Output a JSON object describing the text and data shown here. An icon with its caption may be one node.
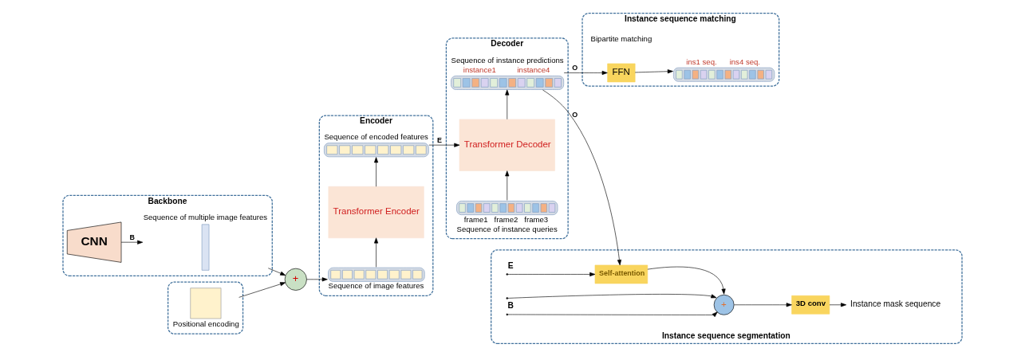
{
  "diagram": {
    "nodes": [
      {
        "text": [
          "Backbone"
        ]
      },
      {
        "text": [
          "CNN"
        ],
        "in": 0
      },
      {
        "text": [],
        "shape": "bar",
        "in": 0,
        "beside": [
          "Sequence of multiple image features"
        ]
      },
      {
        "text": [],
        "shape": "box"
      },
      {
        "text": [],
        "shape": "box",
        "in": 3,
        "beside": [
          "Positional encoding"
        ]
      },
      {
        "text": [
          "+"
        ]
      },
      {
        "text": [
          "Encoder"
        ]
      },
      {
        "text": [],
        "shape": "bar",
        "in": 6,
        "beside": [
          "Sequence of image features"
        ]
      },
      {
        "text": [
          "Transformer Encoder"
        ],
        "in": 6
      },
      {
        "text": [],
        "shape": "bar",
        "in": 6,
        "beside": [
          "Sequence of encoded features"
        ]
      },
      {
        "text": [
          "Decoder"
        ]
      },
      {
        "text": [],
        "shape": "bar",
        "in": 10,
        "beside": [
          "frame1",
          "frame2",
          "frame3",
          "Sequence of instance queries"
        ]
      },
      {
        "text": [
          "Transformer Decoder"
        ],
        "in": 10
      },
      {
        "text": [],
        "shape": "bar",
        "in": 10,
        "beside": [
          "Sequence of instance predictions",
          "instance1",
          "instance4"
        ]
      },
      {
        "text": [
          "Instance sequence matching"
        ]
      },
      {
        "text": [
          "FFN"
        ],
        "in": 14
      },
      {
        "text": [],
        "shape": "bar",
        "in": 14,
        "beside": [
          "ins1 seq.",
          "ins4 seq."
        ]
      },
      {
        "text": [
          "Instance sequence segmentation"
        ]
      },
      {
        "text": [
          "Self-attention"
        ],
        "in": 17
      },
      {
        "text": [
          "+"
        ],
        "in": 17
      },
      {
        "text": [
          "3D conv"
        ],
        "in": 17
      },
      {
        "text": [
          "Instance mask sequence"
        ],
        "in": 17
      }
    ],
    "edges": [
      {
        "from": 1,
        "to": 2,
        "arrow": "to",
        "label": "B"
      },
      {
        "from": 2,
        "to": 5,
        "arrow": "to"
      },
      {
        "from": 4,
        "to": 5,
        "arrow": "to"
      },
      {
        "from": 5,
        "to": 7,
        "arrow": "to"
      },
      {
        "from": 7,
        "to": 8,
        "arrow": "to"
      },
      {
        "from": 8,
        "to": 9,
        "arrow": "to"
      },
      {
        "from": 9,
        "to": 12,
        "arrow": "to",
        "label": "E"
      },
      {
        "from": 11,
        "to": 12,
        "arrow": "to"
      },
      {
        "from": 12,
        "to": 13,
        "arrow": "to"
      },
      {
        "from": 13,
        "to": 15,
        "arrow": "to",
        "label": "O"
      },
      {
        "from": 13,
        "to": 18,
        "arrow": "to",
        "label": "O"
      },
      {
        "from": null,
        "to": 18,
        "arrow": "to",
        "label": "E"
      },
      {
        "from": null,
        "to": 19,
        "arrow": "to"
      },
      {
        "from": null,
        "to": 19,
        "arrow": "to",
        "label": "B"
      },
      {
        "from": 18,
        "to": 19,
        "arrow": "to"
      },
      {
        "from": 19,
        "to": 20,
        "arrow": "to"
      },
      {
        "from": 20,
        "to": 21,
        "arrow": "to"
      },
      {
        "from": 15,
        "to": 16,
        "arrow": "to"
      }
    ],
    "labels": [
      "Bipartite matching"
    ]
  }
}
